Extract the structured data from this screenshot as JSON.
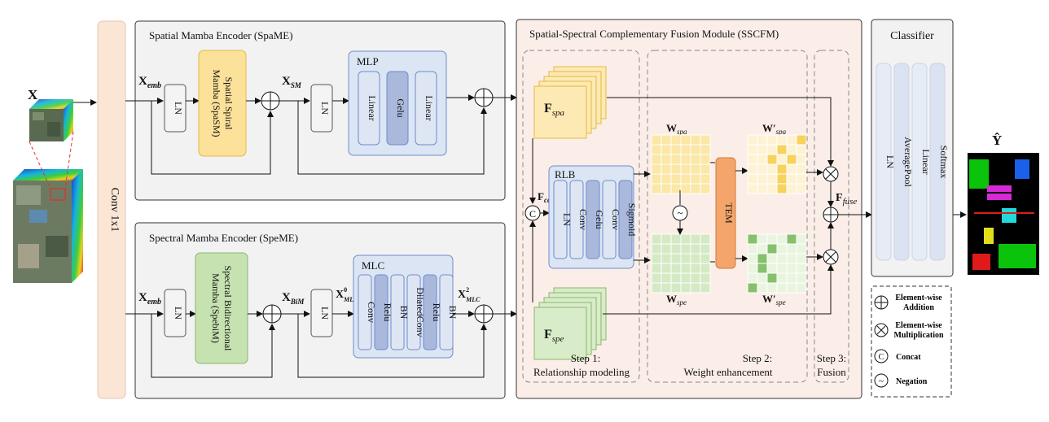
{
  "input": {
    "x_label": "X"
  },
  "conv": {
    "label": "Conv 1x1"
  },
  "spame": {
    "title": "Spatial Mamba Encoder (SpaME)",
    "x_emb": "X",
    "x_emb_sub": "emb",
    "ln1": "LN",
    "spasm": [
      "Spatial Spiral",
      "Mamba (SpaSM)"
    ],
    "x_sm": "X",
    "x_sm_sub": "SM",
    "ln2": "LN",
    "mlp_title": "MLP",
    "mlp_layers": [
      "Linear",
      "Gelu",
      "Linear"
    ]
  },
  "speme": {
    "title": "Spectral Mamba Encoder (SpeME)",
    "x_emb": "X",
    "x_emb_sub": "emb",
    "ln1": "LN",
    "spebim": [
      "Spectral Bidirectional",
      "Mamba (SpebiM)"
    ],
    "x_bim": "X",
    "x_bim_sub": "BiM",
    "ln2": "LN",
    "x_mlc0": "X",
    "x_mlc0_sup": "0",
    "x_mlc0_sub": "MLC",
    "mlc_title": "MLC",
    "mlc_layers": [
      "Conv",
      "Relu",
      "BN",
      "DilatedConv",
      "Relu",
      "BN"
    ],
    "x_mlc2": "X",
    "x_mlc2_sup": "2",
    "x_mlc2_sub": "MLC"
  },
  "sscfm": {
    "title": "Spatial-Spectral Complementary Fusion Module (SSCFM)",
    "f_spa": "F",
    "f_spa_sub": "spa",
    "f_spe": "F",
    "f_spe_sub": "spe",
    "f_cat": "F",
    "f_cat_sub": "cat",
    "concat_symbol": "C",
    "rlb_title": "RLB",
    "rlb_layers": [
      "LN",
      "Conv",
      "Gelu",
      "Conv",
      "Sigmoid"
    ],
    "w_spa": "W",
    "w_spa_sub": "spa",
    "w_spe": "W",
    "w_spe_sub": "spe",
    "w2_spa": "W′",
    "w2_spa_sub": "spa",
    "w2_spe": "W′",
    "w2_spe_sub": "spe",
    "tem": "TEM",
    "neg_symbol": "~",
    "f_fuse": "F",
    "f_fuse_sub": "fuse",
    "step1": [
      "Step 1:",
      "Relationship modeling"
    ],
    "step2": [
      "Step 2:",
      "Weight enhancement"
    ],
    "step3": [
      "Step 3:",
      "Fusion"
    ]
  },
  "classifier": {
    "title": "Classifier",
    "layers": [
      "LN",
      "AveragePool",
      "Linear",
      "Softmax"
    ]
  },
  "output": {
    "y_label": "Ŷ"
  },
  "legend": [
    {
      "symbol": "+",
      "label": [
        "Element-wise",
        "Addition"
      ]
    },
    {
      "symbol": "×",
      "label": [
        "Element-wise",
        "Multiplication"
      ]
    },
    {
      "symbol": "C",
      "label": [
        "Concat"
      ]
    },
    {
      "symbol": "~",
      "label": [
        "Negation"
      ]
    }
  ],
  "colors": {
    "panel_bg": "#f2f2f2",
    "sscfm_bg": "#fbeee8",
    "conv_bg": "#fbe6d6",
    "yellow": "#fbe199",
    "green": "#c7e2b1",
    "blue_panel": "#dbe5f4",
    "blue_layer": "#aab8dc",
    "blue_layer_light": "#dfe6f3",
    "orange": "#f4a56c",
    "grid_yellow": "#f7d35d",
    "grid_green": "#86c06c"
  }
}
